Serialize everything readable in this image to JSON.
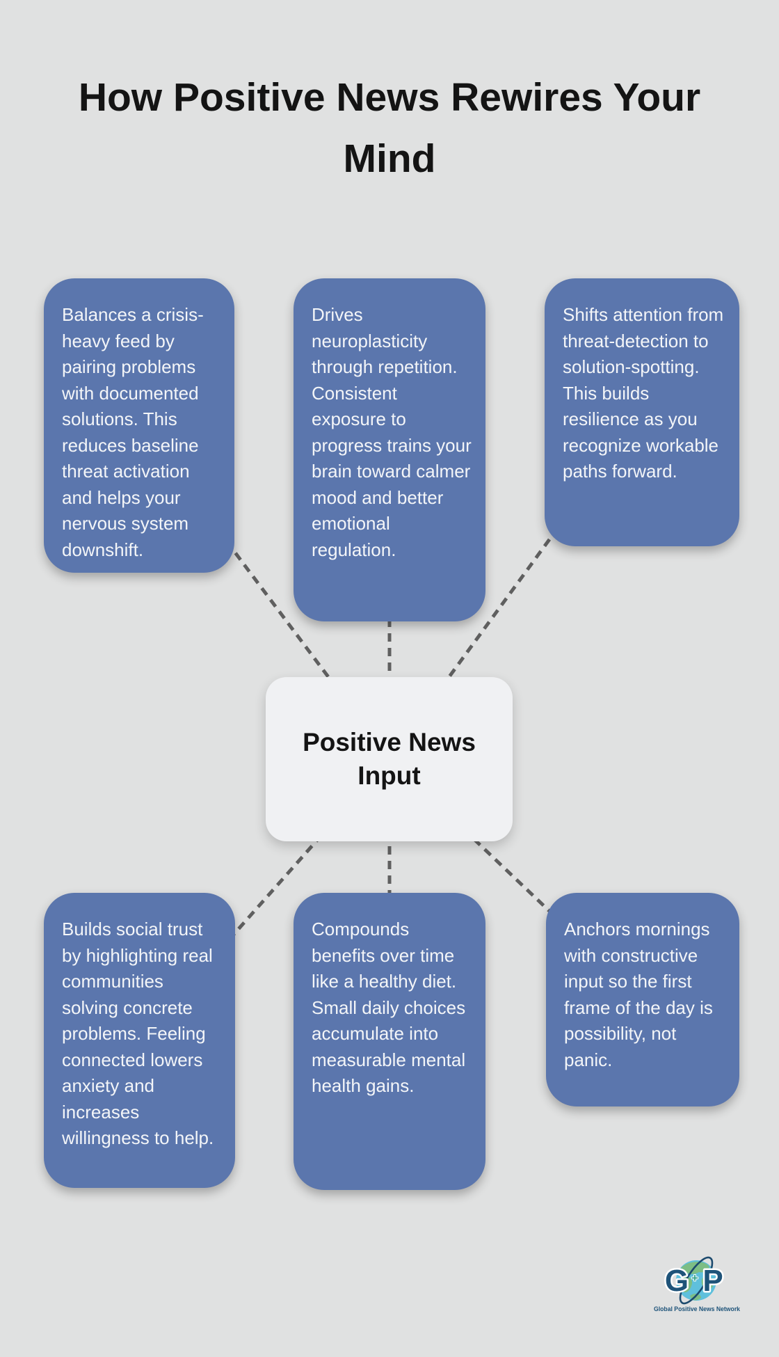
{
  "title": "How Positive News Rewires Your Mind",
  "center_node": {
    "label": "Positive News Input"
  },
  "cards": [
    {
      "position": "top-left",
      "text": "Balances a crisis-heavy feed by pairing problems with documented solutions. This reduces baseline threat activation and helps your nervous system downshift."
    },
    {
      "position": "top-middle",
      "text": "Drives neuroplasticity through repetition. Consistent exposure to progress trains your brain toward calmer mood and better emotional regulation."
    },
    {
      "position": "top-right",
      "text": "Shifts attention from threat-detection to solution-spotting. This builds resilience as you recognize workable paths forward."
    },
    {
      "position": "bottom-left",
      "text": "Builds social trust by highlighting real communities solving concrete problems. Feeling connected lowers anxiety and increases willingness to help."
    },
    {
      "position": "bottom-middle",
      "text": "Compounds benefits over time like a healthy diet. Small daily choices accumulate into measurable mental health gains."
    },
    {
      "position": "bottom-right",
      "text": "Anchors mornings with constructive input so the first frame of the day is possibility, not panic."
    }
  ],
  "logo": {
    "letter_g": "G",
    "letter_p": "P",
    "plus_sign": "+",
    "caption": "Global Positive News Network"
  },
  "colors": {
    "background": "#e0e1e1",
    "card_blue": "#5b76ad",
    "card_text": "#f3f5f8",
    "center_node_bg": "#f0f1f3",
    "connector_gray": "#5f5f5f",
    "title_text": "#141414",
    "logo_navy": "#1e5379",
    "logo_ocean": "#5fc0dc",
    "logo_land": "#7dbd85"
  }
}
